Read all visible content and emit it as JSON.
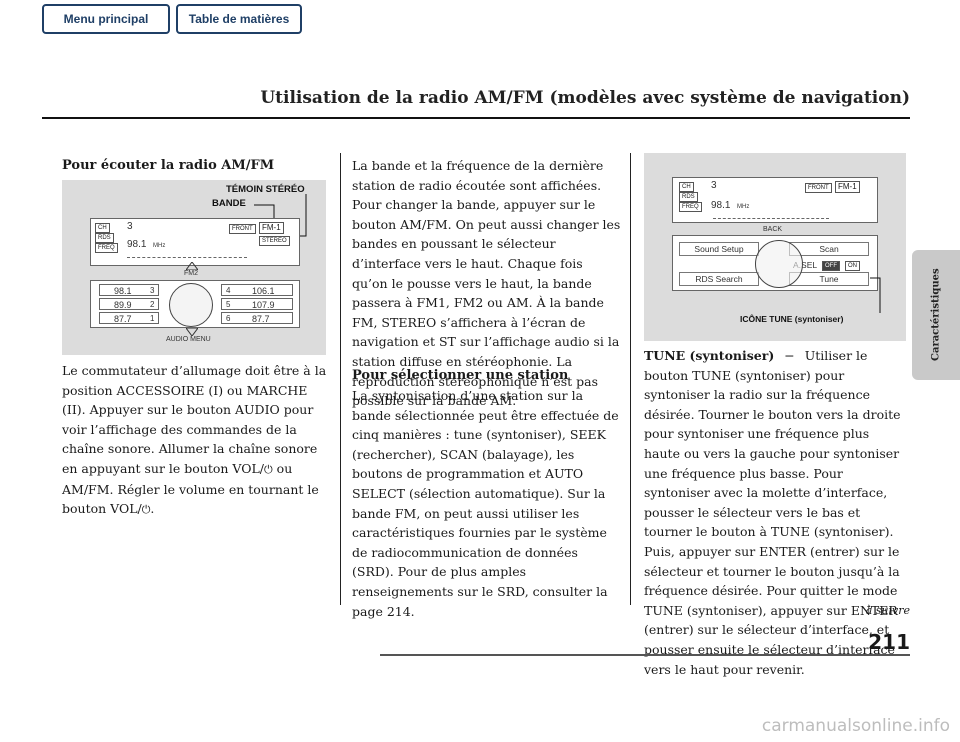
{
  "nav": {
    "menu_label": "Menu principal",
    "toc_label": "Table de matières"
  },
  "header": {
    "title": "Utilisation de la radio AM/FM (modèles avec système de navigation)"
  },
  "side_tab": {
    "label": "Caractéristiques"
  },
  "col1": {
    "heading": "Pour écouter la radio AM/FM",
    "para1": "Le commutateur d’allumage doit être à la position ACCESSOIRE (I) ou MARCHE (II). Appuyer sur le bouton AUDIO pour voir l’affichage des commandes de la chaîne sonore. Allumer la chaîne sonore en appuyant sur le bouton VOL/",
    "para1_mid": " ou AM/FM. Régler le volume en tournant le bouton VOL/",
    "para1_end": ".",
    "power_symbol": "⏻"
  },
  "figure1": {
    "callout_stereo": "TÉMOIN STÉRÉO",
    "callout_band": "BANDE",
    "tags": [
      "CH",
      "RDS",
      "FREQ"
    ],
    "preset_no": "3",
    "freq": "98.1",
    "unit": "MHz",
    "front": "FRONT",
    "band": "FM-1",
    "stereo": "STEREO",
    "band2": "FM2",
    "presets_left": [
      "98.1",
      "89.9",
      "87.7"
    ],
    "nums_left": [
      "3",
      "2",
      "1"
    ],
    "nums_right": [
      "4",
      "5",
      "6"
    ],
    "presets_right": [
      "106.1",
      "107.9",
      "87.7"
    ],
    "audio_menu": "AUDIO MENU"
  },
  "col2": {
    "para1": "La bande et la fréquence de la dernière station de radio écoutée sont affichées. Pour changer la bande, appuyer sur le bouton AM/FM. On peut aussi changer les bandes en poussant le sélecteur d’interface vers le haut. Chaque fois qu’on le pousse vers le haut, la bande passera à FM1, FM2 ou AM. À la bande FM, STEREO s’affichera à l’écran de navigation et ST sur l’affichage audio si la station diffuse en stéréophonie. La reproduction stéréophonique n’est pas possible sur la bande AM.",
    "heading": "Pour sélectionner une station",
    "para2": "La syntonisation d’une station sur la bande sélectionnée peut être effectuée de cinq manières : tune (syntoniser), SEEK (rechercher), SCAN (balayage), les boutons de programmation et AUTO SELECT (sélection automatique). Sur la bande FM, on peut aussi utiliser les caractéristiques fournies par le système de radiocommunication de données (SRD). Pour de plus amples renseignements sur le SRD, consulter la page 214."
  },
  "figure2": {
    "tags": [
      "CH",
      "RDS",
      "FREQ"
    ],
    "preset_no": "3",
    "freq": "98.1",
    "unit": "MHz",
    "front": "FRONT",
    "band": "FM-1",
    "back": "BACK",
    "sound_setup": "Sound Setup",
    "scan": "Scan",
    "asel": "A.SEL",
    "off": "OFF",
    "on": "ON",
    "rds_search": "RDS Search",
    "tune": "Tune",
    "callout_tune": "ICÔNE TUNE (syntoniser)"
  },
  "col3": {
    "term": "TUNE (syntoniser)",
    "dash": "−",
    "text": "Utiliser le bouton TUNE (syntoniser) pour syntoniser la radio sur la fréquence désirée. Tourner le bouton vers la droite pour syntoniser une fréquence plus haute ou vers la gauche pour syntoniser une fréquence plus basse. Pour syntoniser avec la molette d’interface, pousser le sélecteur vers le bas et tourner le bouton à TUNE (syntoniser). Puis, appuyer sur ENTER (entrer) sur le sélecteur et tourner le bouton jusqu’à la fréquence désirée. Pour quitter le mode TUNE (syntoniser), appuyer sur ENTER (entrer) sur le sélecteur d’interface, et pousser ensuite le sélecteur d’interface vers le haut pour revenir."
  },
  "footer": {
    "continue": "à suivre",
    "page": "211",
    "watermark": "carmanualsonline.info"
  }
}
